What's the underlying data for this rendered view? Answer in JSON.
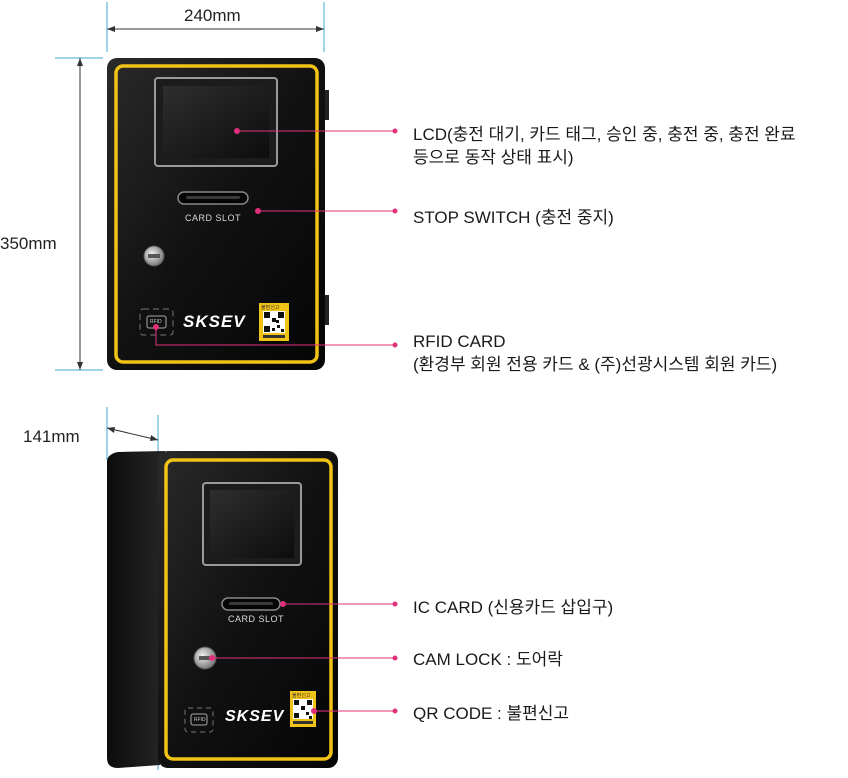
{
  "dimensions": {
    "width_label": "240mm",
    "height_label": "350mm",
    "depth_label": "141mm"
  },
  "device": {
    "card_slot_label": "CARD SLOT",
    "rfid_label": "RFID",
    "brand": "SKSEV",
    "qr_title": "불편신고"
  },
  "callouts": {
    "lcd_line1": "LCD(충전 대기, 카드 태그, 승인 중, 충전 중, 충전 완료",
    "lcd_line2": "등으로 동작 상태 표시)",
    "stop_switch": "STOP SWITCH (충전 중지)",
    "rfid_line1": "RFID CARD",
    "rfid_line2": "(환경부 회원 전용 카드 & (주)선광시스템 회원 카드)",
    "ic_card": "IC CARD (신용카드 삽입구)",
    "cam_lock": "CAM LOCK : 도어락",
    "qr_code": "QR CODE : 불편신고"
  },
  "colors": {
    "accent_pink": "#e0307a",
    "frame_yellow": "#f2c317",
    "dimension_blue": "#3fa9d6",
    "body_black": "#151515"
  }
}
